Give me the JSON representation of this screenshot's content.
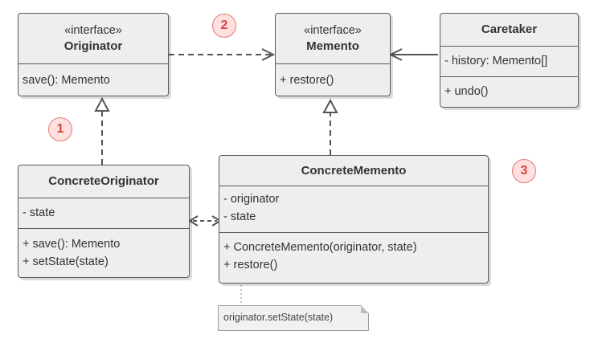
{
  "originator": {
    "stereotype": "«interface»",
    "name": "Originator",
    "methods": [
      "save(): Memento"
    ]
  },
  "memento": {
    "stereotype": "«interface»",
    "name": "Memento",
    "methods": [
      "+ restore()"
    ]
  },
  "caretaker": {
    "name": "Caretaker",
    "fields": [
      "- history: Memento[]"
    ],
    "methods": [
      "+ undo()"
    ]
  },
  "concrete_originator": {
    "name": "ConcreteOriginator",
    "fields": [
      "- state"
    ],
    "methods": [
      "+ save(): Memento",
      "+ setState(state)"
    ]
  },
  "concrete_memento": {
    "name": "ConcreteMemento",
    "fields": [
      "- originator",
      "- state"
    ],
    "methods": [
      "+ ConcreteMemento(originator, state)",
      "+ restore()"
    ]
  },
  "badges": [
    "1",
    "2",
    "3"
  ],
  "note": {
    "text": "originator.setState(state)"
  },
  "colors": {
    "box_fill": "#eeeeee",
    "box_border": "#5a5a5a",
    "connector": "#555555",
    "badge_fill": "#fde0df",
    "badge_border": "#e57a72",
    "badge_text": "#d6453d",
    "note_fill": "#f1f1f1"
  }
}
